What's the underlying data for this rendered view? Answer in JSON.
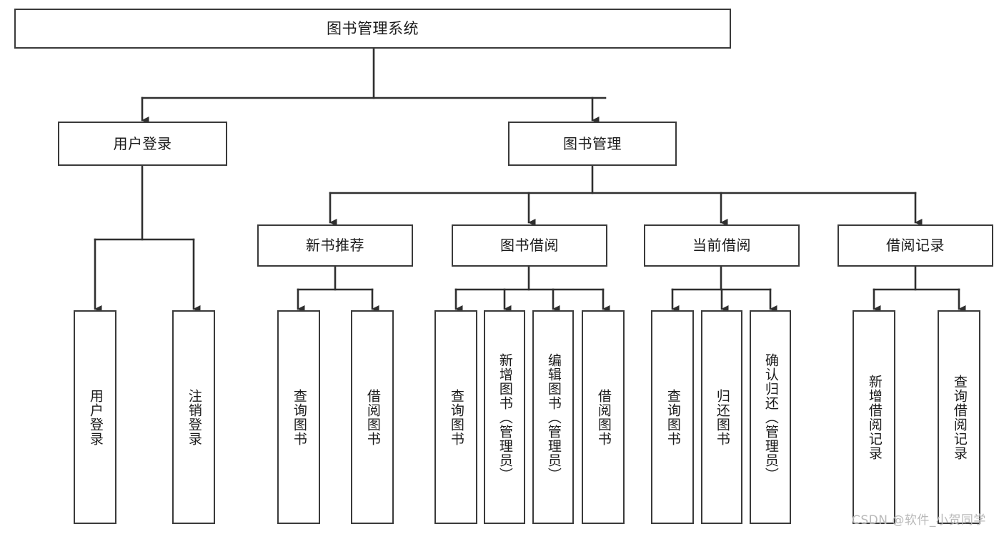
{
  "diagram": {
    "title_node": "图书管理系统",
    "style": {
      "border_color": "#3a3a3a",
      "background": "#ffffff",
      "text_color": "#1b1b1b",
      "watermark_color": "#b9b9b9"
    },
    "nodes": {
      "root": {
        "label": "图书管理系统"
      },
      "level2": [
        {
          "id": "user-login",
          "label": "用户登录"
        },
        {
          "id": "book-management",
          "label": "图书管理"
        }
      ],
      "level3": [
        {
          "id": "new-book-recommend",
          "label": "新书推荐"
        },
        {
          "id": "book-borrow",
          "label": "图书借阅"
        },
        {
          "id": "current-borrow",
          "label": "当前借阅"
        },
        {
          "id": "borrow-record",
          "label": "借阅记录"
        }
      ],
      "leaves": {
        "user_login": [
          {
            "id": "leaf-user-login",
            "label": "用户登录"
          },
          {
            "id": "leaf-logout-login",
            "label": "注销登录"
          }
        ],
        "new_book_recommend": [
          {
            "id": "leaf-query-book-1",
            "label": "查询图书"
          },
          {
            "id": "leaf-borrow-book-1",
            "label": "借阅图书"
          }
        ],
        "book_borrow": [
          {
            "id": "leaf-query-book-2",
            "label": "查询图书"
          },
          {
            "id": "leaf-add-book",
            "label": "新增图书（管理员）"
          },
          {
            "id": "leaf-edit-book",
            "label": "编辑图书（管理员）"
          },
          {
            "id": "leaf-borrow-book-2",
            "label": "借阅图书"
          }
        ],
        "current_borrow": [
          {
            "id": "leaf-query-book-3",
            "label": "查询图书"
          },
          {
            "id": "leaf-return-book",
            "label": "归还图书"
          },
          {
            "id": "leaf-confirm-return",
            "label": "确认归还（管理员）"
          }
        ],
        "borrow_record": [
          {
            "id": "leaf-add-record",
            "label": "新增借阅记录"
          },
          {
            "id": "leaf-query-record",
            "label": "查询借阅记录"
          }
        ]
      }
    },
    "watermark": "CSDN @软件_小贺同学"
  }
}
